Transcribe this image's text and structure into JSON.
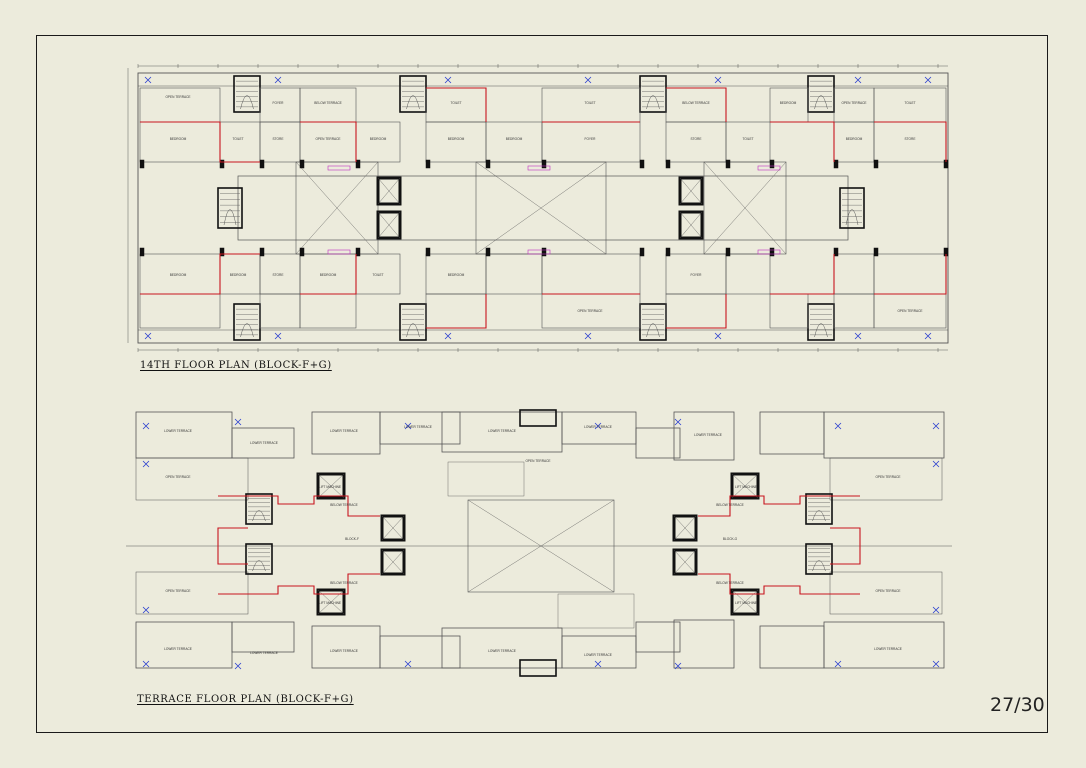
{
  "sheet": {
    "page_number": "27/30"
  },
  "plans": [
    {
      "title": "14TH FLOOR PLAN (BLOCK-F+G)",
      "room_labels": [
        "OPEN TERRACE",
        "BEDROOM",
        "TOILET",
        "FOYER",
        "STORE",
        "BELOW TERRACE",
        "OPEN TERRACE",
        "BEDROOM",
        "TOILET",
        "BEDROOM",
        "BEDROOM",
        "TOILET",
        "FOYER",
        "BELOW TERRACE",
        "STORE",
        "TOILET",
        "BEDROOM",
        "OPEN TERRACE",
        "BEDROOM",
        "TOILET",
        "STORE",
        "BEDROOM",
        "BEDROOM",
        "STORE",
        "BEDROOM",
        "TOILET",
        "BEDROOM",
        "OPEN TERRACE",
        "FOYER",
        "OPEN TERRACE"
      ]
    },
    {
      "title": "TERRACE FLOOR PLAN (BLOCK-F+G)",
      "room_labels": [
        "LOWER TERRACE",
        "LOWER TERRACE",
        "LOWER TERRACE",
        "LOWER TERRACE",
        "LOWER TERRACE",
        "LOWER TERRACE",
        "LOWER TERRACE",
        "OPEN TERRACE",
        "OPEN TERRACE",
        "OPEN TERRACE",
        "BELOW TERRACE",
        "BELOW TERRACE",
        "LIFT MACHINE",
        "LIFT MACHINE",
        "BLOCK-F",
        "BLOCK-G",
        "OPEN TERRACE",
        "OPEN TERRACE",
        "BELOW TERRACE",
        "BELOW TERRACE",
        "LIFT MACHINE",
        "LIFT MACHINE",
        "LOWER TERRACE",
        "LOWER TERRACE",
        "LOWER TERRACE",
        "LOWER TERRACE",
        "LOWER TERRACE",
        "LOWER TERRACE"
      ]
    }
  ],
  "colors": {
    "background": "#ecebdc",
    "wall": "#111111",
    "outline": "#555555",
    "red_line": "#c8141e",
    "dimension": "#3a3a3a",
    "blue_mark": "#2a3fd0",
    "magenta_mark": "#c030c0"
  }
}
